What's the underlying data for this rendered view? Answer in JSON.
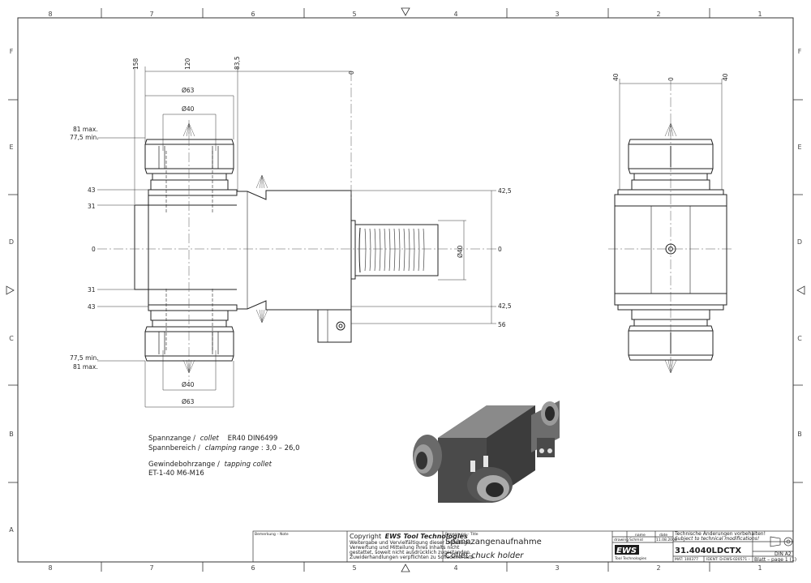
{
  "grid": {
    "columns": [
      "8",
      "7",
      "6",
      "5",
      "4",
      "3",
      "2",
      "1"
    ],
    "rows": [
      "F",
      "E",
      "D",
      "C",
      "B",
      "A"
    ]
  },
  "dims_front": {
    "top": [
      "158",
      "120",
      "83,5",
      "0"
    ],
    "dia63_top": "Ø63",
    "dia40_top": "Ø40",
    "left": [
      "81 max.",
      "77,5 min.",
      "43",
      "31",
      "0",
      "31",
      "43",
      "77,5 min.",
      "81 max."
    ],
    "right": [
      "42,5",
      "Ø40",
      "0",
      "42,5",
      "56"
    ],
    "dia40_bottom": "Ø40",
    "dia63_bottom": "Ø63"
  },
  "dims_side": [
    "40",
    "0",
    "40"
  ],
  "notes": {
    "line1_de": "Spannzange /",
    "line1_en": "collet",
    "line1_spec": "ER40   DIN6499",
    "line2_de": "Spannbereich /",
    "line2_en": "clamping range",
    "line2_spec": ": 3,0 – 26,0",
    "line3_de": "Gewindebohrzange /",
    "line3_en": "tapping collet",
    "line4": "ET-1-40   M6-M16"
  },
  "title_block": {
    "remark_label": "Bemerkung – Note",
    "copyright_prefix": "Copyright",
    "copyright_brand": "EWS Tool Technologies",
    "copyright_lines": [
      "Weitergabe und Vervielfältigung dieser Unterlage,",
      "Verwertung und Mitteilung ihres Inhalts nicht",
      "gestattet, soweit nicht ausdrücklich zugestanden.",
      "Zuwiderhandlungen verpflichten zu Schadenersatz."
    ],
    "title_label": "Benennung – Title",
    "title_de": "Spannzangenaufnahme",
    "title_en": "Collet chuck holder",
    "col_name": "name",
    "col_date": "date",
    "row_drawing": "drawing",
    "drawn_by": "Schmid",
    "drawn_date": "11.08.2006",
    "logo": "EWS",
    "logo_sub": "Tool Technologies",
    "change_de": "Technische Änderungen vorbehalten!",
    "change_en": "Subject to technical modifications!",
    "part_no": "31.4040LDCTX",
    "din": "DIN A2",
    "mat_no": "MAT: 100377",
    "ident": "IDENT: D-EWS-020571 –",
    "sheet": "Blatt – page   1 (1)"
  }
}
